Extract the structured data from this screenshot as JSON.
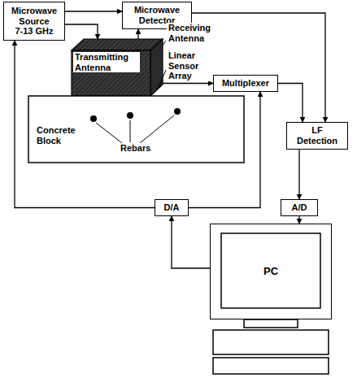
{
  "diagram": {
    "nodes": [
      {
        "text": [
          "Microwave Source",
          "7-13 GHz"
        ]
      },
      {
        "text": [
          "Microwave Detector"
        ]
      },
      {
        "text": [
          "Transmitting Antenna",
          "Receiving Antenna",
          "Linear Sensor Array"
        ]
      },
      {
        "text": [
          "Concrete Block"
        ]
      },
      {
        "text": [
          "Multiplexer"
        ]
      },
      {
        "text": [
          "LF Detection"
        ]
      },
      {
        "text": [
          "D/A"
        ]
      },
      {
        "text": [
          "A/D"
        ]
      },
      {
        "text": [
          "PC"
        ]
      }
    ],
    "edges": [
      {
        "from": 0,
        "to": 1,
        "arrow": "to"
      },
      {
        "from": 0,
        "to": 2,
        "arrow": "to"
      },
      {
        "from": 2,
        "to": 1,
        "arrow": "to"
      },
      {
        "from": 2,
        "to": 4,
        "arrow": "to"
      },
      {
        "from": 1,
        "to": 5,
        "arrow": "to"
      },
      {
        "from": 4,
        "to": 5,
        "arrow": "to"
      },
      {
        "from": 5,
        "to": 7,
        "arrow": "to"
      },
      {
        "from": 6,
        "to": 4,
        "arrow": "to"
      },
      {
        "from": 6,
        "to": 0,
        "arrow": "to"
      },
      {
        "from": 8,
        "to": 6,
        "arrow": "to"
      },
      {
        "from": 7,
        "to": 8,
        "arrow": "to"
      }
    ],
    "labels": [
      "Rebars"
    ]
  }
}
